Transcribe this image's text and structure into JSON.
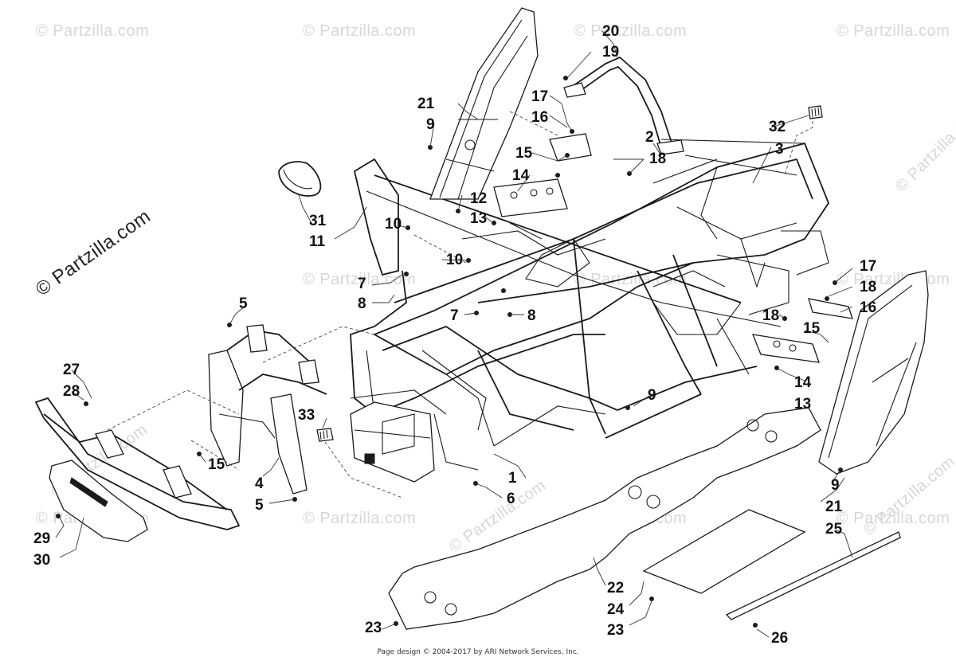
{
  "watermarks": {
    "text": "© Partzilla.com",
    "diagonal_text": "© Partzilla.com"
  },
  "footer": {
    "text": "Page design © 2004-2017 by ARI Network Services, Inc."
  },
  "callouts": {
    "c20": "20",
    "c19": "19",
    "c21a": "21",
    "c9a": "9",
    "c17a": "17",
    "c16a": "16",
    "c2": "2",
    "c32": "32",
    "c3": "3",
    "c15a": "15",
    "c18a": "18",
    "c14a": "14",
    "c12": "12",
    "c13a": "13",
    "c31": "31",
    "c11": "11",
    "c10a": "10",
    "c10b": "10",
    "c7a": "7",
    "c8a": "8",
    "c7b": "7",
    "c8b": "8",
    "c5a": "5",
    "c17b": "17",
    "c18b": "18",
    "c16b": "16",
    "c18c": "18",
    "c15b": "15",
    "c14b": "14",
    "c13b": "13",
    "c27": "27",
    "c28": "28",
    "c33": "33",
    "c9b": "9",
    "c15c": "15",
    "c4": "4",
    "c5b": "5",
    "c1": "1",
    "c6": "6",
    "c9c": "9",
    "c21b": "21",
    "c25": "25",
    "c29": "29",
    "c30": "30",
    "c22": "22",
    "c24": "24",
    "c23a": "23",
    "c23b": "23",
    "c26": "26"
  }
}
